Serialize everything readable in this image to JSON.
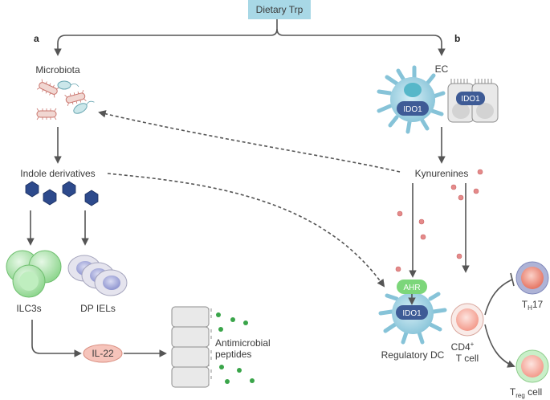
{
  "title": "Dietary Trp",
  "panels": {
    "a": "a",
    "b": "b"
  },
  "labels": {
    "microbiota": "Microbiota",
    "indole": "Indole derivatives",
    "ilc3s": "ILC3s",
    "dp_iels": "DP IELs",
    "il22": "IL-22",
    "antimicrobial_1": "Antimicrobial",
    "antimicrobial_2": "peptides",
    "ec": "EC",
    "kynurenines": "Kynurenines",
    "ahr": "AHR",
    "regulatory_dc": "Regulatory DC",
    "cd4_line1": "CD4",
    "cd4_sup": "+",
    "cd4_line2": "T cell",
    "th17_main": "T",
    "th17_sub": "H",
    "th17_end": "17",
    "treg_main": "T",
    "treg_sub": "reg",
    "treg_end": " cell"
  },
  "enzyme": {
    "ido1": "IDO1"
  },
  "colors": {
    "title_bg": "#a8d8e6",
    "arrow": "#555555",
    "dc_body": "#8fc9dc",
    "ido_badge": "#3e5b96",
    "ahr": "#7cd67a",
    "ilc3": "#a7e4a7",
    "iel": "#b7b6d9",
    "il22": "#f6c4bb",
    "indole_hex": "#2d4a8c",
    "kyn_dot": "#e58a8a",
    "amp_dot": "#3aa54a",
    "th17": "#e77a6a",
    "treg": "#f6b8ae"
  },
  "icons": [
    "dendritic-cell-icon",
    "epithelial-cell-icon",
    "bacteria-icon",
    "indole-hexagon-icon",
    "t-cell-icon"
  ]
}
